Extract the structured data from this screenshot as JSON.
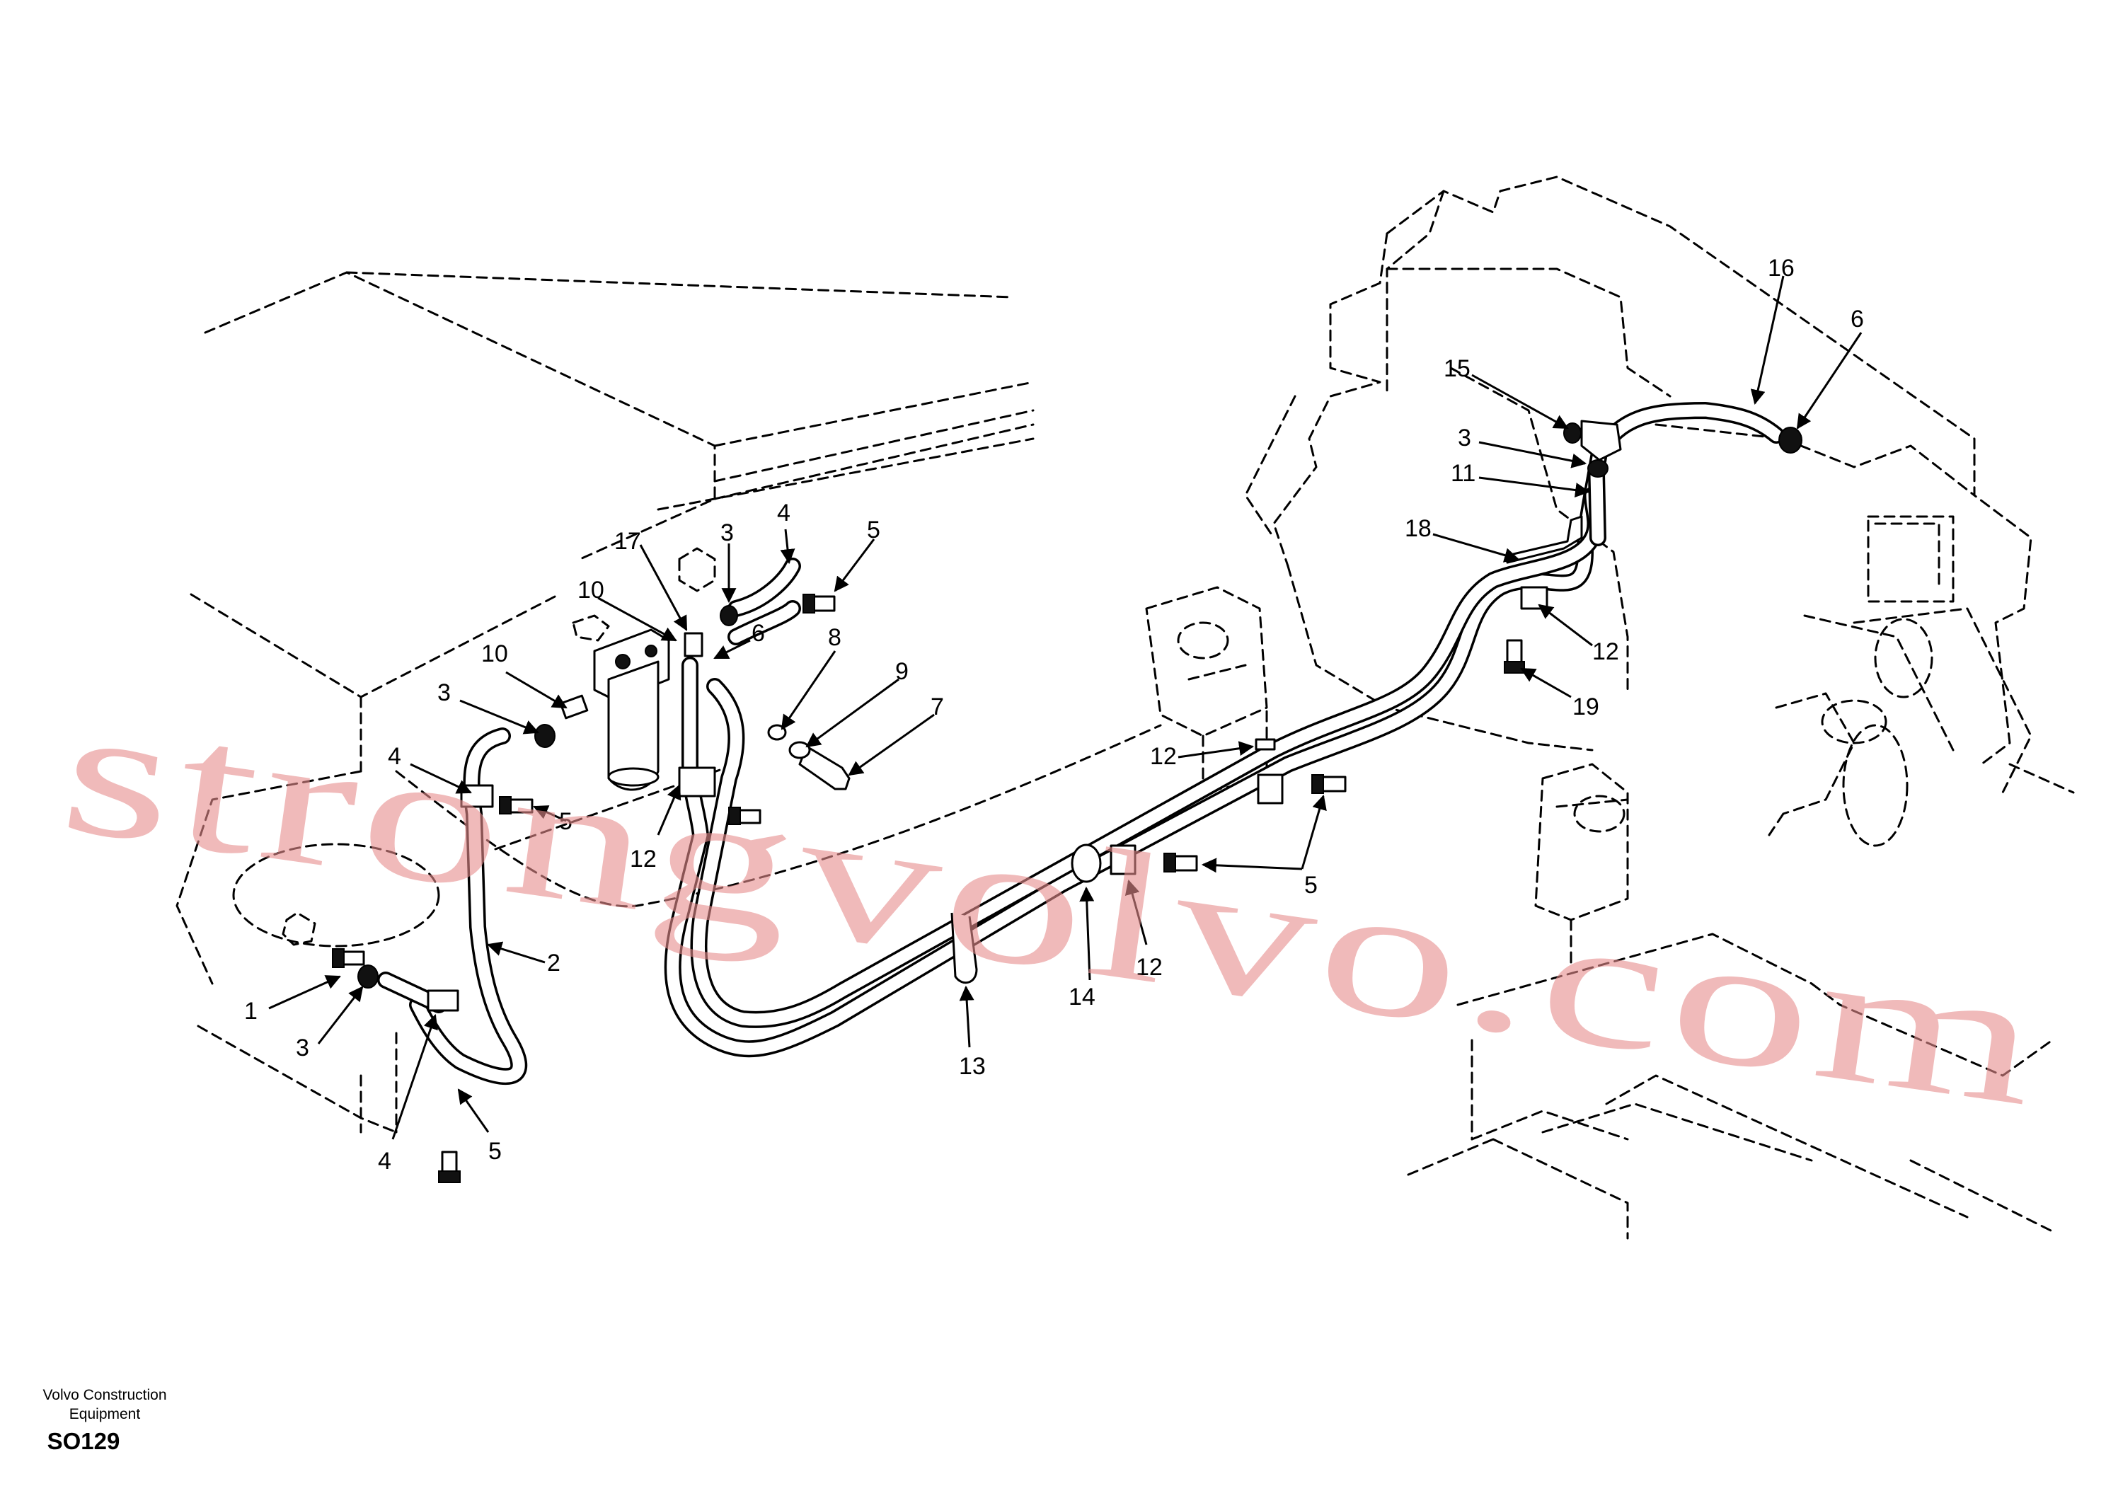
{
  "diagram": {
    "callout_labels": [
      "16",
      "6",
      "15",
      "3",
      "11",
      "18",
      "12",
      "19",
      "12",
      "5",
      "12",
      "14",
      "13",
      "17",
      "3",
      "4",
      "5",
      "10",
      "6",
      "8",
      "9",
      "7",
      "10",
      "3",
      "4",
      "5",
      "12",
      "2",
      "1",
      "3",
      "4",
      "5"
    ],
    "watermark": "strongvolvo.com"
  },
  "footer": {
    "company_line1": "Volvo Construction",
    "company_line2": "Equipment",
    "drawing_code": "SO129"
  }
}
